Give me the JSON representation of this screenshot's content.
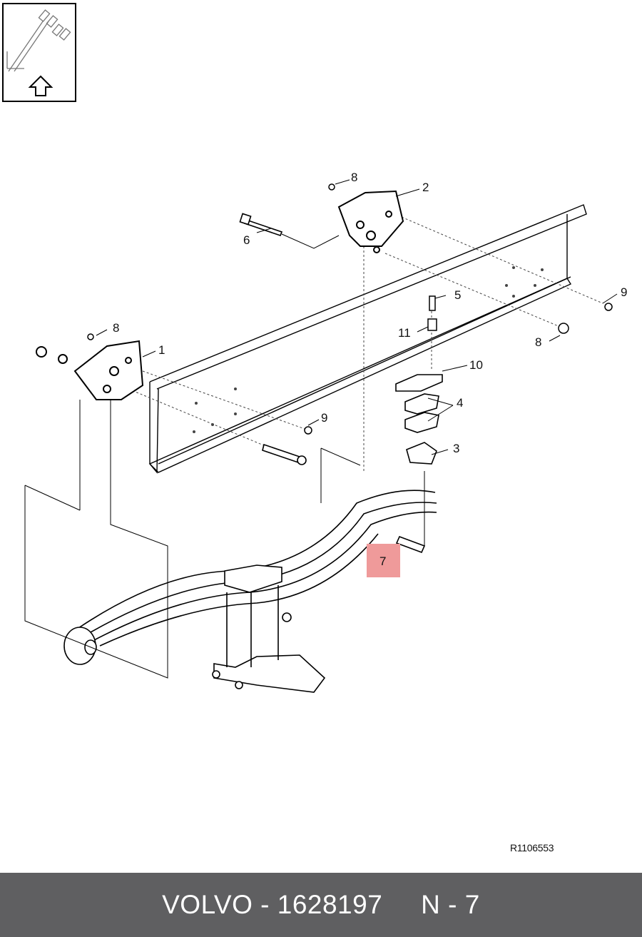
{
  "diagram": {
    "reference_code": "R1106553",
    "highlight_color": "#ef9a9a",
    "orientation_icon": "orientation-arrow-icon",
    "callouts": [
      {
        "id": "1",
        "label": "1"
      },
      {
        "id": "2",
        "label": "2"
      },
      {
        "id": "3",
        "label": "3"
      },
      {
        "id": "4",
        "label": "4"
      },
      {
        "id": "5",
        "label": "5"
      },
      {
        "id": "6",
        "label": "6"
      },
      {
        "id": "7",
        "label": "7",
        "highlighted": true
      },
      {
        "id": "8a",
        "label": "8"
      },
      {
        "id": "8b",
        "label": "8"
      },
      {
        "id": "8c",
        "label": "8"
      },
      {
        "id": "9a",
        "label": "9"
      },
      {
        "id": "9b",
        "label": "9"
      },
      {
        "id": "10",
        "label": "10"
      },
      {
        "id": "11",
        "label": "11"
      }
    ]
  },
  "footer": {
    "text": "VOLVO - 1628197     N - 7",
    "background": "#5f5f61"
  }
}
